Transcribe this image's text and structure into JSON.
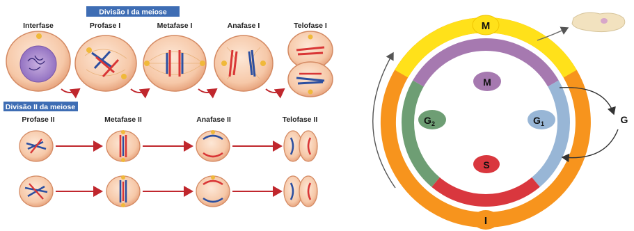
{
  "meiosis": {
    "division1_title": "Divisão I da meiose",
    "division2_title": "Divisão II da meiose",
    "row1_labels": [
      "Interfase",
      "Profase I",
      "Metafase I",
      "Anafase I",
      "Telofase I"
    ],
    "row2_labels": [
      "Profase II",
      "Metafase II",
      "Anafase II",
      "Telofase II"
    ]
  },
  "cycle": {
    "outer_top": "M",
    "outer_bottom": "I",
    "inner_m": "M",
    "g2": "G",
    "g2_sub": "2",
    "g1": "G",
    "g1_sub": "1",
    "s": "S",
    "g0": "G",
    "colors": {
      "outer_orange": "#f7941d",
      "outer_yellow": "#ffe11a",
      "m_purple": "#a679b0",
      "g1_blue": "#98b6d6",
      "s_red": "#d9373e",
      "g2_green": "#6e9e74",
      "cell": "#f2e2bf"
    }
  }
}
